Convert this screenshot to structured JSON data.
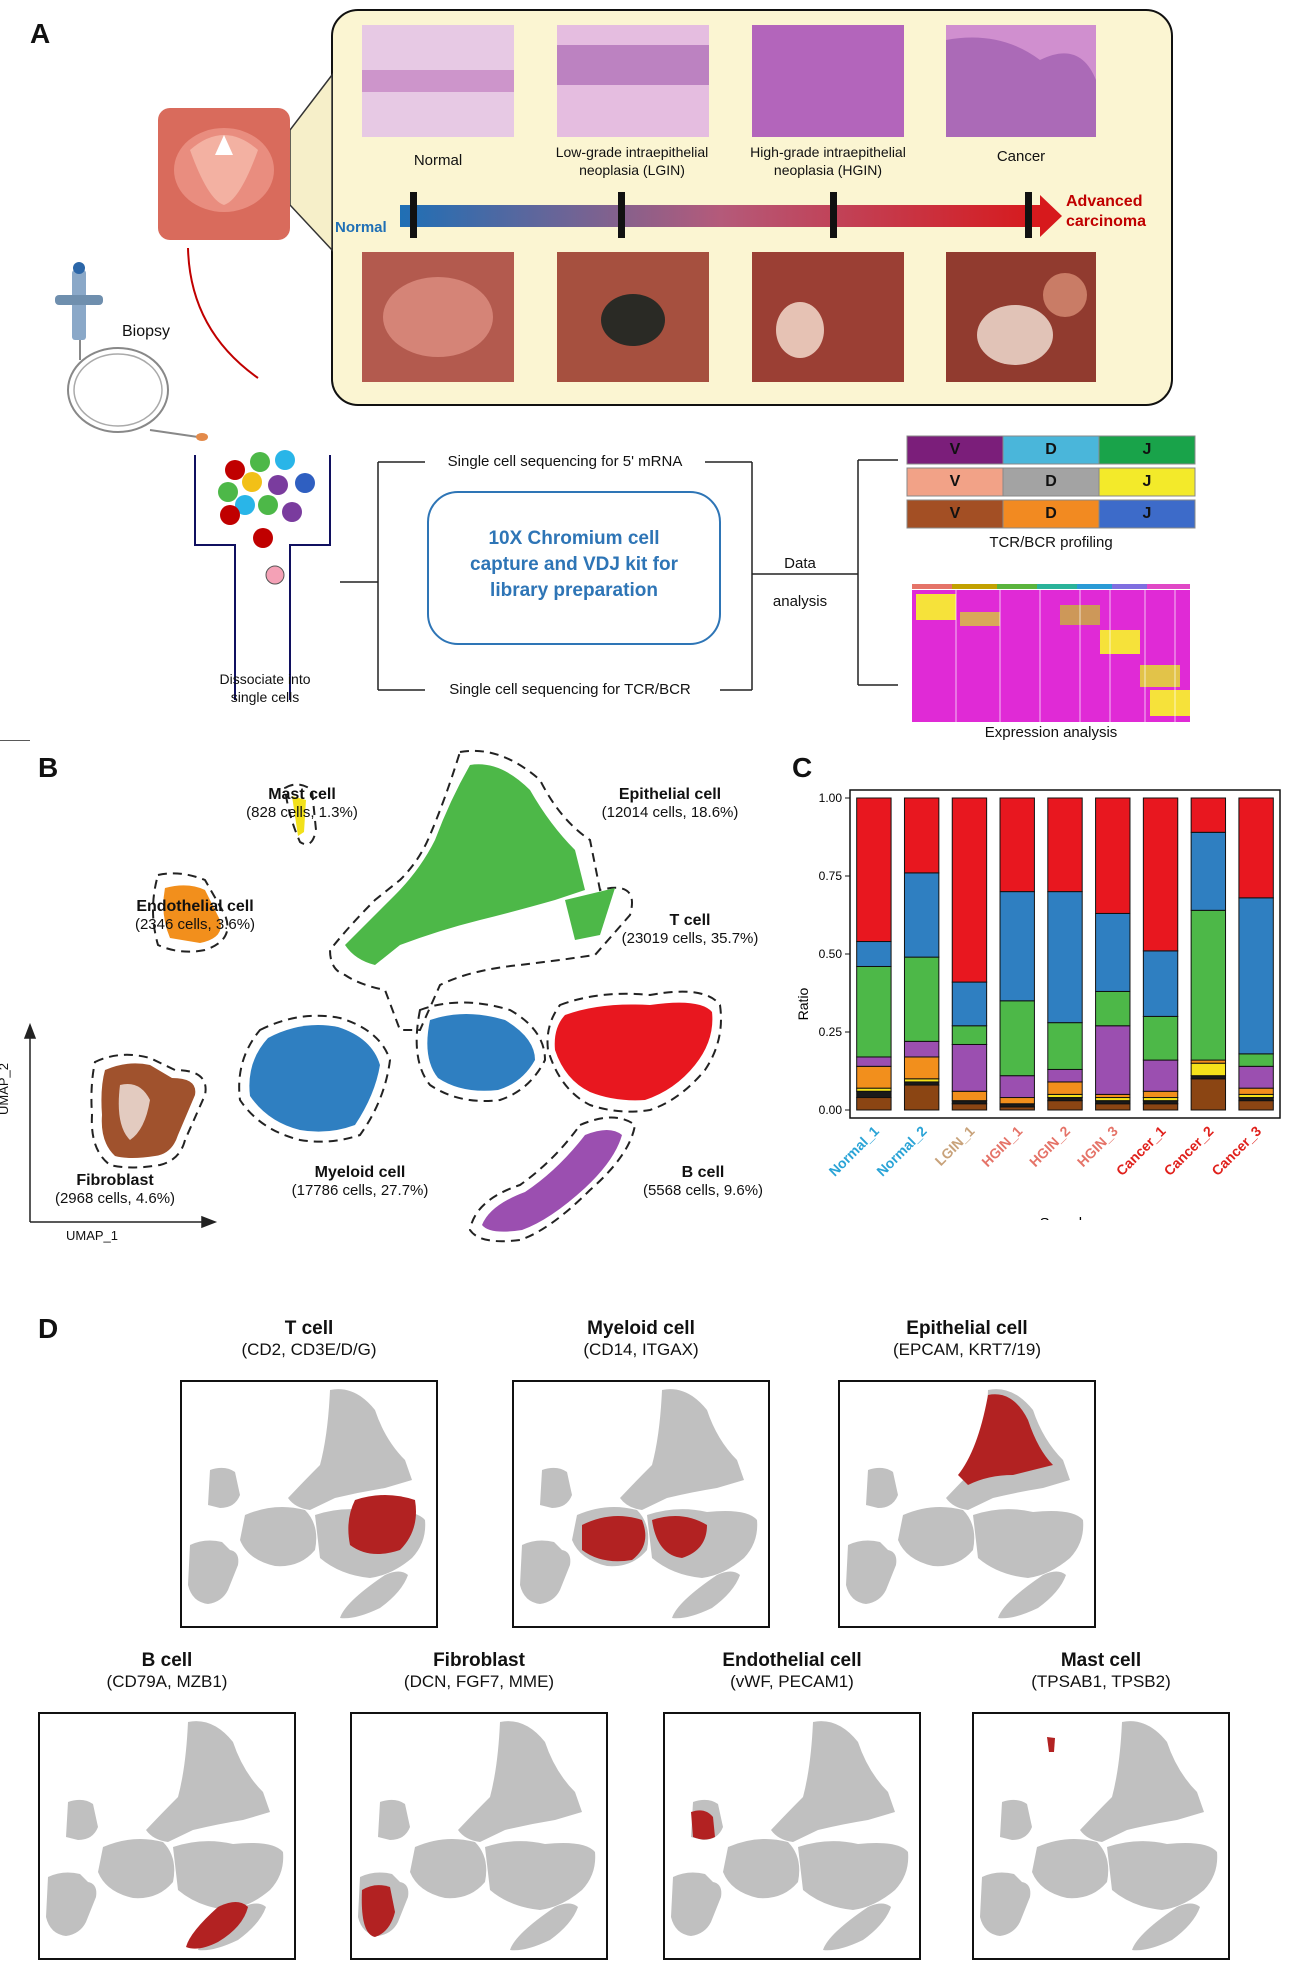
{
  "panels": {
    "a": "A",
    "b": "B",
    "c": "C",
    "d": "D"
  },
  "panel_a": {
    "stages": [
      {
        "label": "Normal"
      },
      {
        "label": "Low-grade intraepithelial\nneoplasia (LGIN)"
      },
      {
        "label": "High-grade intraepithelial\nneoplasia (HGIN)"
      },
      {
        "label": "Cancer"
      }
    ],
    "arrow_start": "Normal",
    "arrow_end": "Advanced\ncarcinoma",
    "biopsy": "Biopsy",
    "dissociate": "Dissociate into\nsingle cells",
    "seq_5": "Single cell sequencing for 5' mRNA",
    "seq_tcr": "Single cell sequencing for TCR/BCR",
    "kit": "10X Chromium cell\ncapture and VDJ kit for\nlibrary preparation",
    "data_analysis": "Data\nanalysis",
    "vdj_rows": [
      [
        "V",
        "D",
        "J"
      ],
      [
        "V",
        "D",
        "J"
      ],
      [
        "V",
        "D",
        "J"
      ]
    ],
    "vdj_caption": "TCR/BCR profiling",
    "heatmap_caption": "Expression analysis",
    "colors": {
      "arrow_blue": "#1f6fb5",
      "arrow_red": "#d7191c",
      "end_text": "#c00000",
      "kit_text": "#2e75b6"
    }
  },
  "panel_b": {
    "clusters": [
      {
        "name": "Mast cell",
        "detail": "(828 cells, 1.3%)",
        "color": "#f2e11a"
      },
      {
        "name": "Epithelial cell",
        "detail": "(12014 cells, 18.6%)",
        "color": "#4db848"
      },
      {
        "name": "Endothelial cell",
        "detail": "(2346 cells, 3.6%)",
        "color": "#f28f1c"
      },
      {
        "name": "T cell",
        "detail": "(23019 cells, 35.7%)",
        "color": "#e8171f"
      },
      {
        "name": "Fibroblast",
        "detail": "(2968 cells, 4.6%)",
        "color": "#a0522d"
      },
      {
        "name": "Myeloid cell",
        "detail": "(17786 cells, 27.7%)",
        "color": "#2f7fc1"
      },
      {
        "name": "B cell",
        "detail": "(5568 cells, 9.6%)",
        "color": "#9b4fb0"
      }
    ],
    "xlabel": "UMAP_1",
    "ylabel": "UMAP_2"
  },
  "chart_data": {
    "type": "bar",
    "stacked": true,
    "xlabel": "Sample",
    "ylabel": "Ratio",
    "ylim": [
      0,
      1
    ],
    "yticks": [
      "0.00",
      "0.25",
      "0.50",
      "0.75",
      "1.00"
    ],
    "categories": [
      "Normal_1",
      "Normal_2",
      "LGIN_1",
      "HGIN_1",
      "HGIN_2",
      "HGIN_3",
      "Cancer_1",
      "Cancer_2",
      "Cancer_3"
    ],
    "category_colors": [
      "#29a3d6",
      "#29a3d6",
      "#c8a27a",
      "#e57368",
      "#e57368",
      "#e57368",
      "#e0201b",
      "#e0201b",
      "#e0201b"
    ],
    "series": [
      {
        "color": "#8b4513",
        "values": [
          0.04,
          0.08,
          0.02,
          0.01,
          0.03,
          0.02,
          0.02,
          0.1,
          0.03
        ]
      },
      {
        "color": "#1a1a1a",
        "values": [
          0.02,
          0.01,
          0.01,
          0.01,
          0.01,
          0.01,
          0.01,
          0.01,
          0.01
        ]
      },
      {
        "color": "#f5e21a",
        "values": [
          0.01,
          0.01,
          0.0,
          0.0,
          0.01,
          0.01,
          0.01,
          0.04,
          0.01
        ]
      },
      {
        "color": "#f28f1c",
        "values": [
          0.07,
          0.07,
          0.03,
          0.02,
          0.04,
          0.01,
          0.02,
          0.01,
          0.02
        ]
      },
      {
        "color": "#9b4fb0",
        "values": [
          0.03,
          0.05,
          0.15,
          0.07,
          0.04,
          0.22,
          0.1,
          0.0,
          0.07
        ]
      },
      {
        "color": "#4db848",
        "values": [
          0.29,
          0.27,
          0.06,
          0.24,
          0.15,
          0.11,
          0.14,
          0.48,
          0.04
        ]
      },
      {
        "color": "#2f7fc1",
        "values": [
          0.08,
          0.27,
          0.14,
          0.35,
          0.42,
          0.25,
          0.21,
          0.25,
          0.5
        ]
      },
      {
        "color": "#e8171f",
        "values": [
          0.46,
          0.24,
          0.59,
          0.3,
          0.3,
          0.37,
          0.49,
          0.11,
          0.32
        ]
      }
    ]
  },
  "panel_d": {
    "markers": [
      {
        "title": "T cell",
        "genes": "(CD2, CD3E/D/G)"
      },
      {
        "title": "Myeloid cell",
        "genes": "(CD14, ITGAX)"
      },
      {
        "title": "Epithelial cell",
        "genes": "(EPCAM, KRT7/19)"
      },
      {
        "title": "B cell",
        "genes": "(CD79A, MZB1)"
      },
      {
        "title": "Fibroblast",
        "genes": "(DCN, FGF7, MME)"
      },
      {
        "title": "Endothelial cell",
        "genes": "(vWF, PECAM1)"
      },
      {
        "title": "Mast cell",
        "genes": "(TPSAB1, TPSB2)"
      }
    ],
    "highlight_color": "#b22222",
    "base_color": "#c0c0c0"
  }
}
